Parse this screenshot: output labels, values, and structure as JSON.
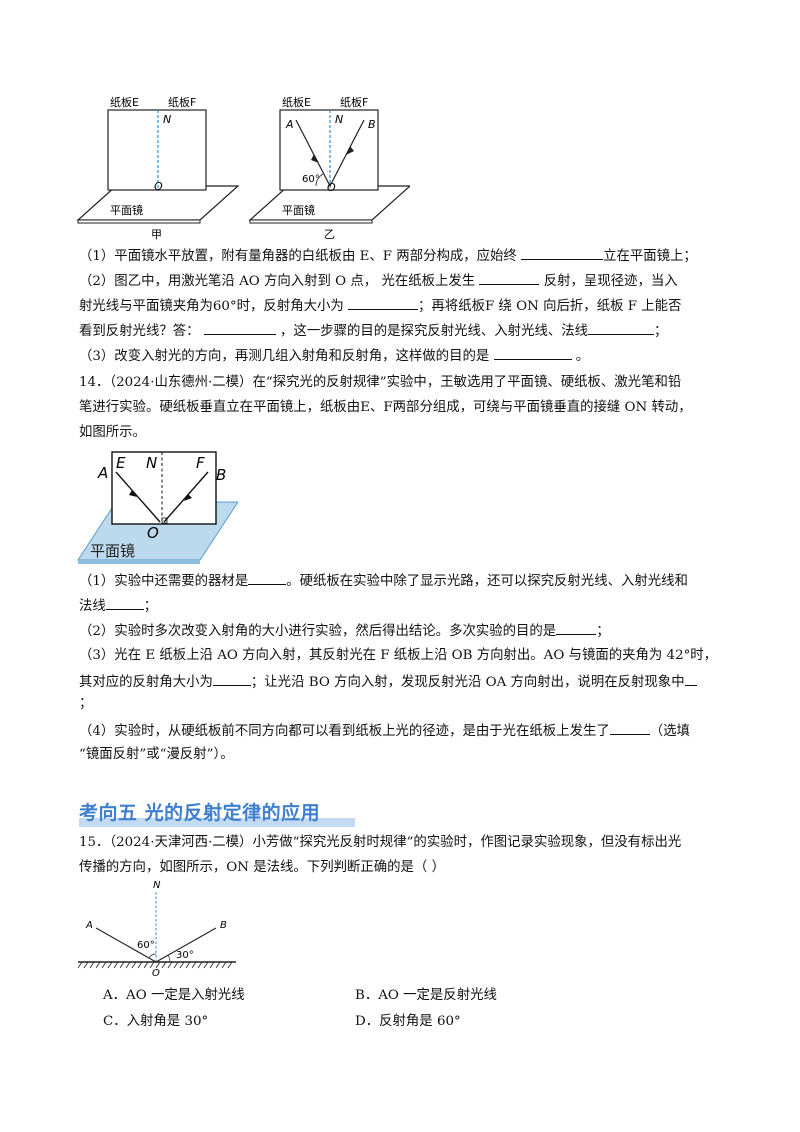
{
  "fig1": {
    "board_e": "纸板E",
    "board_f": "纸板F",
    "n": "N",
    "o": "O",
    "mirror": "平面镜",
    "caption_left": "甲",
    "caption_right": "乙",
    "a": "A",
    "b": "B",
    "angle": "60°"
  },
  "q13": {
    "p1a": "（1）平面镜水平放置，附有量角器的白纸板由  E、F  两部分构成，应始终 ",
    "p1b": "立在平面镜上；",
    "p2a": "（2）图乙中，用激光笔沿 AO 方向入射到 O  点，  光在纸板上发生 ",
    "p2b": " 反射，呈现径迹，当入",
    "p2c": "射光线与平面镜夹角为60°时，反射角大小为 ",
    "p2d": "；再将纸板F 绕 ON 向后折，纸板  F  上能否",
    "p2e": "看到反射光线？答：  ",
    "p2f": " ，这一步骤的目的是探究反射光线、入射光线、法线",
    "p2g": "；",
    "p3a": "（3）改变入射光的方向，再测几组入射角和反射角，这样做的目的是  ",
    "p3b": "  。"
  },
  "q14": {
    "stem1": "14．（2024·山东德州·二模）在“探究光的反射规律”实验中，王敏选用了平面镜、硬纸板、激光笔和铅",
    "stem2": "笔进行实验。硬纸板垂直立在平面镜上，纸板由E、F两部分组成，可绕与平面镜垂直的接缝 ON 转动，",
    "stem3": "如图所示。",
    "fig": {
      "a": "A",
      "e": "E",
      "n": "N",
      "f": "F",
      "b": "B",
      "o": "O",
      "mirror": "平面镜"
    },
    "p1a": "（1）实验中还需要的器材是",
    "p1b": "。硬纸板在实验中除了显示光路，还可以探究反射光线、入射光线和",
    "p1c": "法线",
    "p1d": "；",
    "p2a": "（2）实验时多次改变入射角的大小进行实验，然后得出结论。多次实验的目的是",
    "p2b": "；",
    "p3a": "（3）光在 E 纸板上沿 AO 方向入射，其反射光在 F 纸板上沿 OB 方向射出。AO 与镜面的夹角为 42°时，",
    "p3b": "其对应的反射角大小为",
    "p3c": "；让光沿 BO 方向入射，发现反射光沿 OA 方向射出，说明在反射现象中",
    "p3d": "；",
    "p4a": "（4）实验时，从硬纸板前不同方向都可以看到纸板上光的径迹，是由于光在纸板上发生了",
    "p4b": "（选填",
    "p4c": "“镜面反射”或“漫反射”）。"
  },
  "section": {
    "title": "考向五  光的反射定律的应用"
  },
  "q15": {
    "stem1": "15．（2024·天津河西·二模）小芳做“探究光反射时规律”的实验时，作图记录实验现象，但没有标出光",
    "stem2": "传播的方向，如图所示，ON 是法线。下列判断正确的是（      ）",
    "fig": {
      "n": "N",
      "a": "A",
      "b": "B",
      "o": "O",
      "angle60": "60°",
      "angle30": "30°"
    },
    "options": [
      {
        "label": "A．AO 一定是入射光线"
      },
      {
        "label": "B．AO 一定是反射光线"
      },
      {
        "label": "C．入射角是 30°"
      },
      {
        "label": "D．反射角是 60°"
      }
    ]
  }
}
